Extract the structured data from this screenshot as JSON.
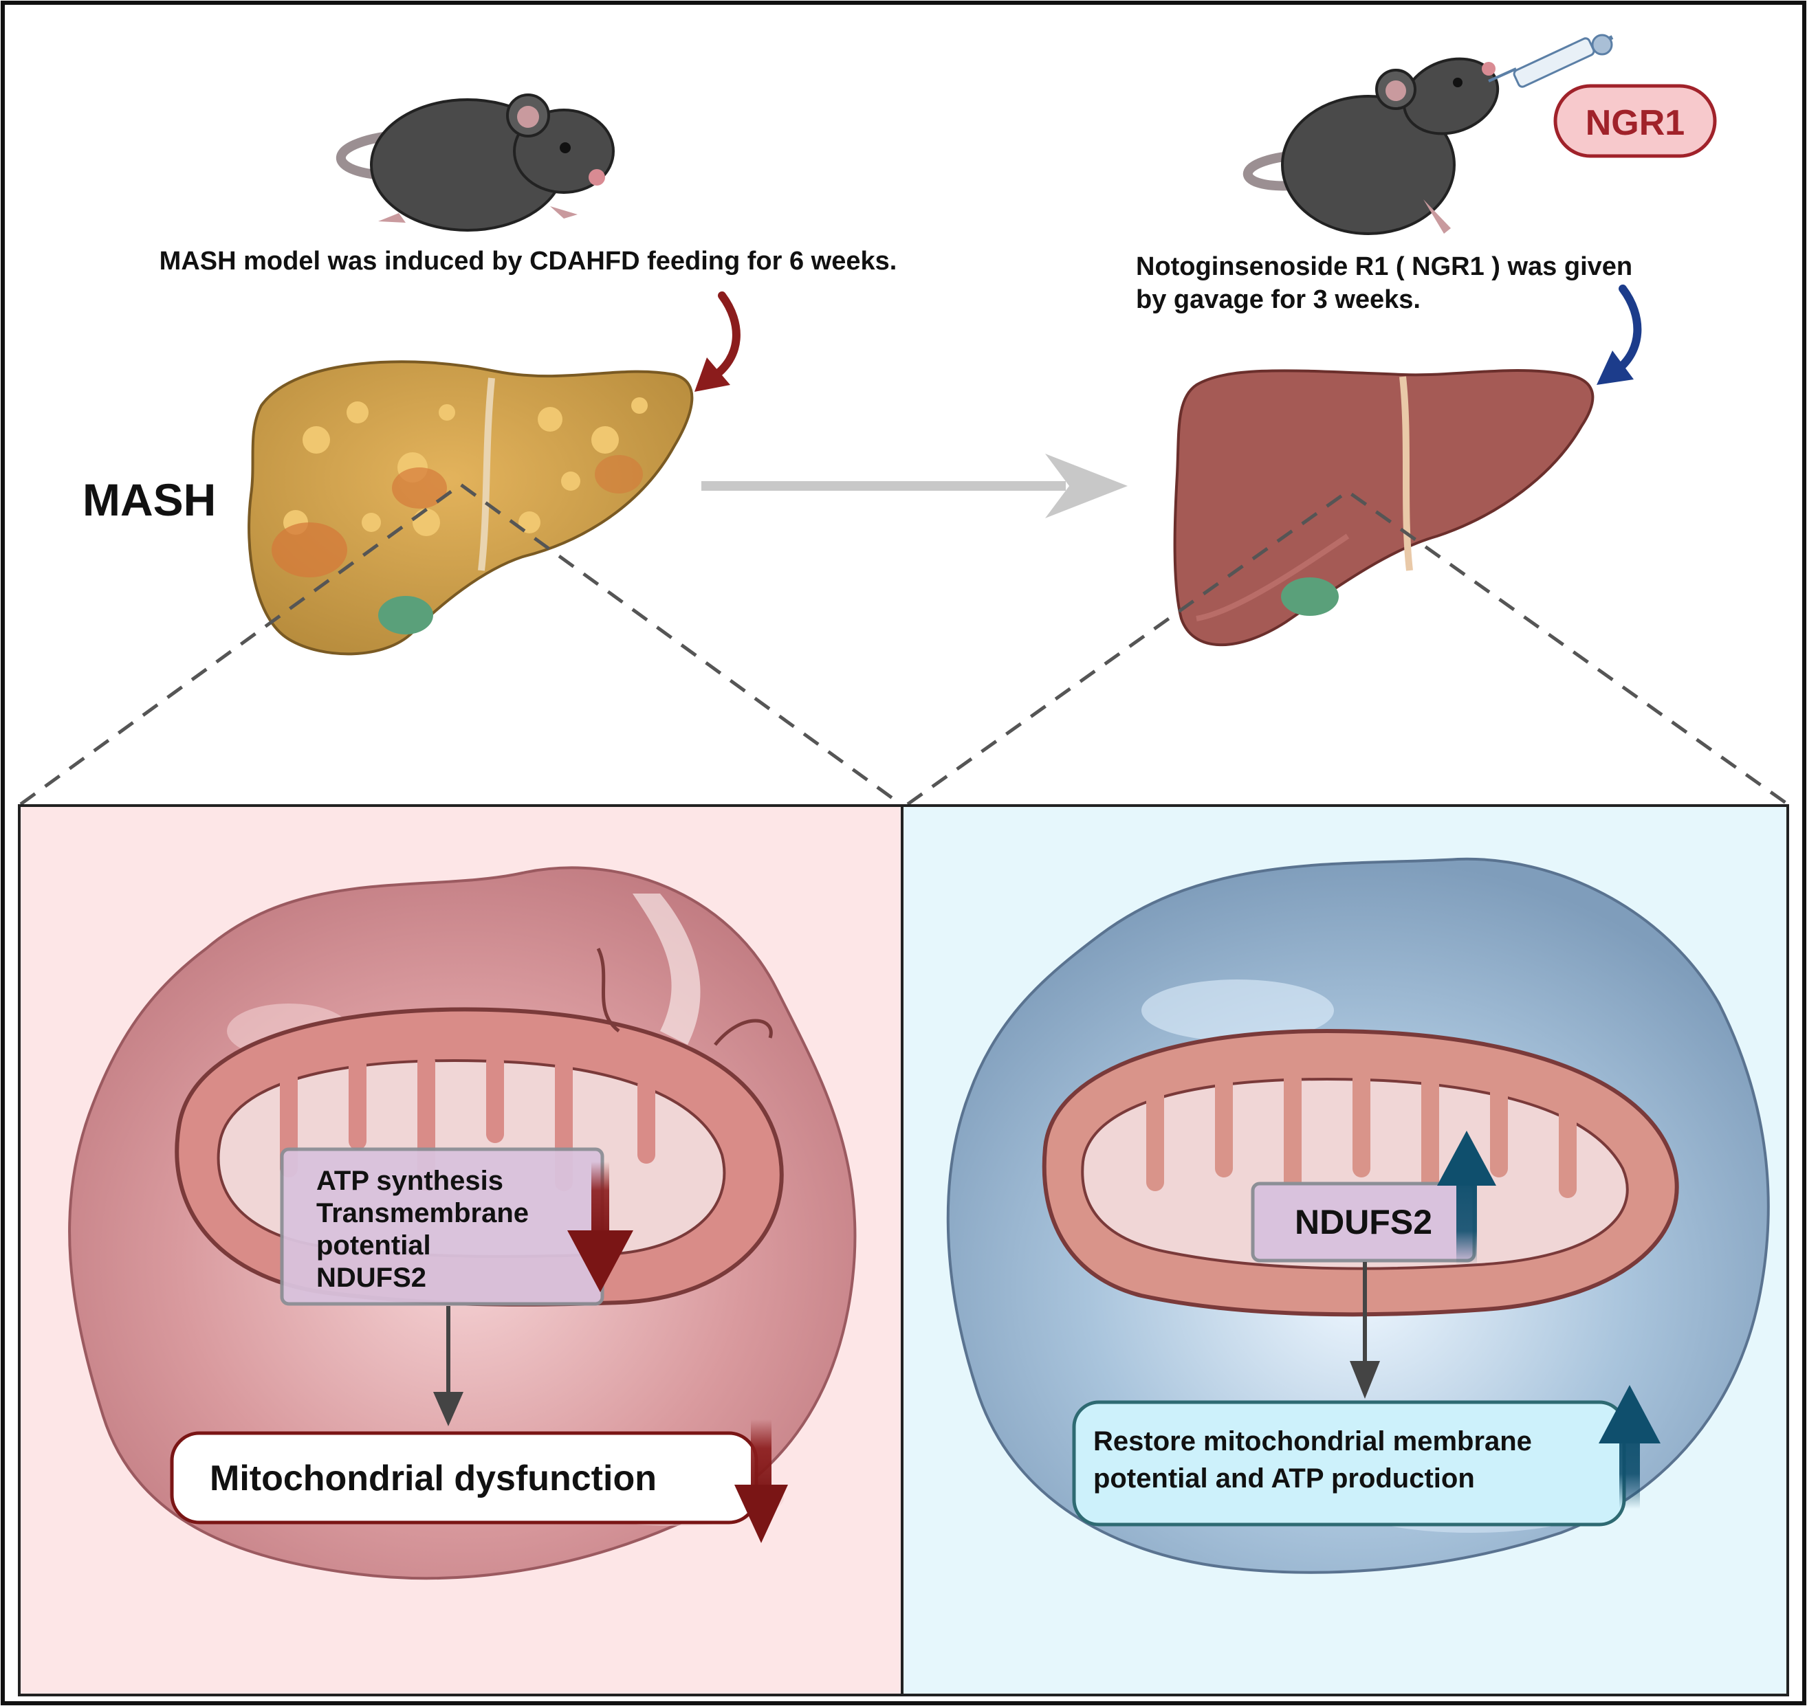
{
  "top": {
    "left_caption": "MASH model was induced by CDAHFD feeding for 6 weeks.",
    "right_caption_line1": "Notoginsenoside R1 ( NGR1 ) was given",
    "right_caption_line2": "by gavage for 3 weeks.",
    "mash_label": "MASH",
    "drug_badge": "NGR1"
  },
  "left_panel": {
    "box_line1": "ATP synthesis",
    "box_line2": "Transmembrane",
    "box_line3": "potential",
    "box_line4": "NDUFS2",
    "result": "Mitochondrial dysfunction"
  },
  "right_panel": {
    "box": "NDUFS2",
    "result_line1": "Restore mitochondrial membrane",
    "result_line2": "potential and ATP production"
  },
  "colors": {
    "left_panel_bg": "#fde6e7",
    "right_panel_bg": "#e6f7fc",
    "down_arrow": "#8b1c1c",
    "up_arrow": "#0f4f6d",
    "flow_arrow": "#c8c8c8"
  }
}
